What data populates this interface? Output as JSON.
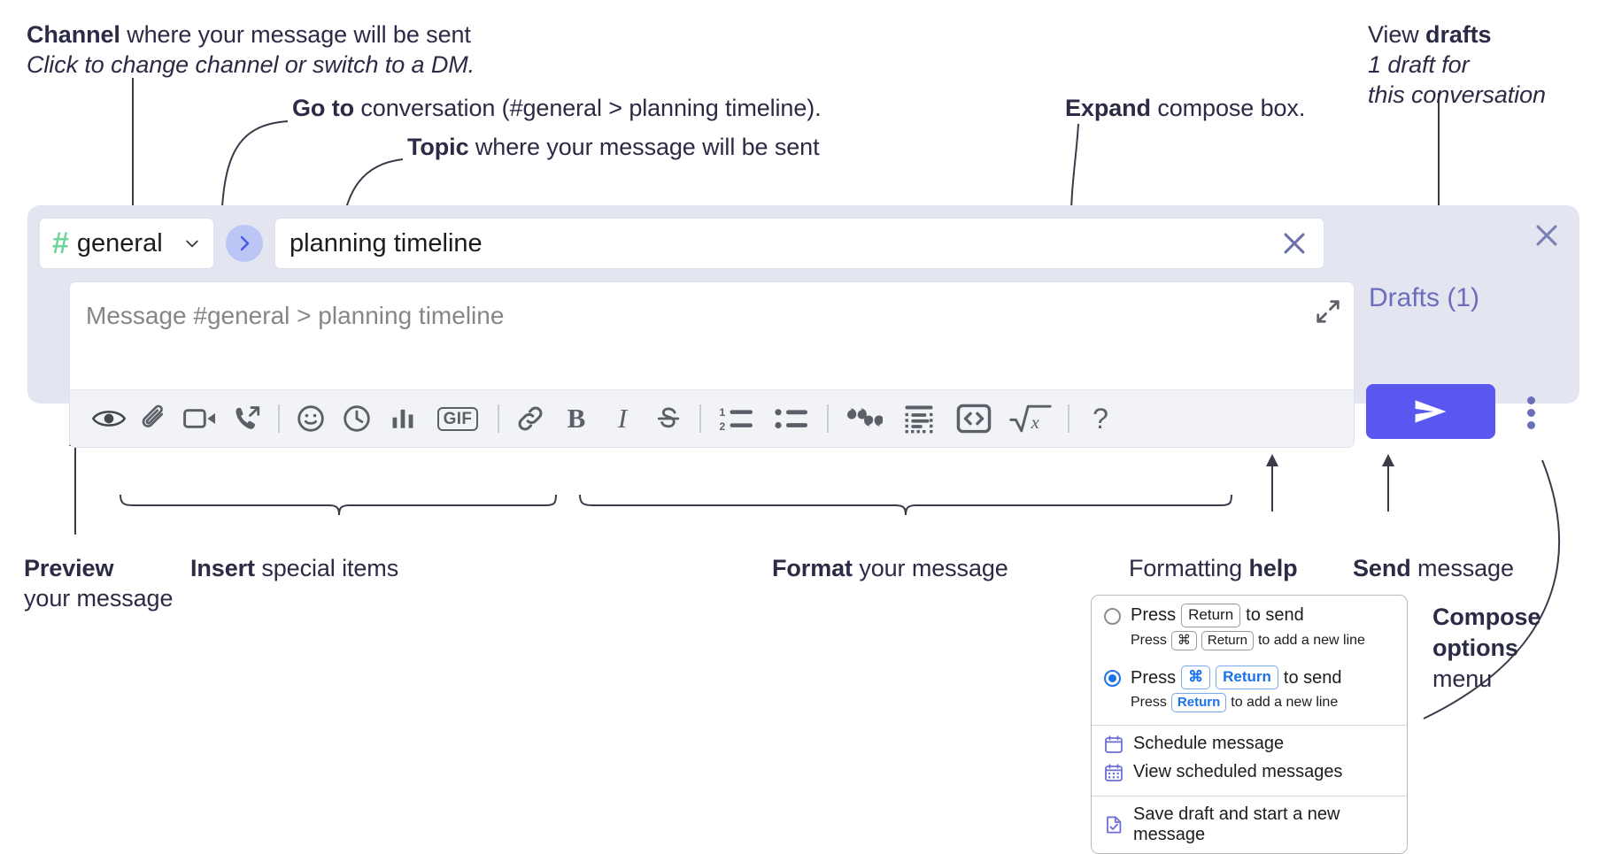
{
  "annotations": {
    "channel": {
      "bold": "Channel",
      "rest": " where your message will be sent",
      "sub": "Click to change channel or switch to a DM."
    },
    "goto": {
      "bold": "Go to",
      "rest": " conversation (#general > planning timeline)."
    },
    "topic": {
      "bold": "Topic",
      "rest": " where your message will be sent"
    },
    "expand": {
      "bold": "Expand",
      "rest": " compose box."
    },
    "drafts": {
      "pre": "View ",
      "bold": "drafts",
      "sub1": "1 draft for",
      "sub2": "this conversation"
    },
    "preview": {
      "bold": "Preview",
      "sub": "your message"
    },
    "insert": {
      "bold": "Insert",
      "rest": " special items"
    },
    "format": {
      "bold": "Format",
      "rest": " your message"
    },
    "help": {
      "pre": "Formatting ",
      "bold": "help"
    },
    "send": {
      "bold": "Send",
      "rest": " message"
    },
    "compose_options": {
      "bold1": "Compose",
      "bold2": "options",
      "rest": "menu"
    }
  },
  "compose": {
    "channel_name": "general",
    "channel_hash": "#",
    "goto_icon": "chevron-right-icon",
    "topic_value": "planning timeline",
    "topic_clear_icon": "close-icon",
    "message_placeholder": "Message #general > planning timeline",
    "expand_icon": "expand-icon",
    "panel_close_icon": "close-icon",
    "drafts_label": "Drafts (1)",
    "send_icon": "send-paper-plane-icon",
    "options_icon": "kebab-menu-icon",
    "toolbar": [
      {
        "id": "preview",
        "icon": "eye-icon",
        "label": "Preview"
      },
      {
        "id": "attach",
        "icon": "paperclip-icon",
        "label": "Attach file"
      },
      {
        "id": "video",
        "icon": "video-camera-icon",
        "label": "Record video clip"
      },
      {
        "id": "audio",
        "icon": "phone-arrow-icon",
        "label": "Record audio clip"
      },
      {
        "id": "sep1",
        "icon": "separator",
        "label": ""
      },
      {
        "id": "emoji",
        "icon": "smiley-icon",
        "label": "Emoji"
      },
      {
        "id": "reminder",
        "icon": "clock-icon",
        "label": "Reminder"
      },
      {
        "id": "poll",
        "icon": "bar-chart-icon",
        "label": "Poll"
      },
      {
        "id": "gif",
        "icon": "gif-icon",
        "label": "GIF"
      },
      {
        "id": "sep2",
        "icon": "separator",
        "label": ""
      },
      {
        "id": "link",
        "icon": "link-icon",
        "label": "Link"
      },
      {
        "id": "bold",
        "icon": "bold-icon",
        "label": "B"
      },
      {
        "id": "italic",
        "icon": "italic-icon",
        "label": "I"
      },
      {
        "id": "strike",
        "icon": "strikethrough-icon",
        "label": "S"
      },
      {
        "id": "sep3",
        "icon": "separator",
        "label": ""
      },
      {
        "id": "ordered-list",
        "icon": "ordered-list-icon",
        "label": "Ordered list"
      },
      {
        "id": "bullet-list",
        "icon": "bulleted-list-icon",
        "label": "Bulleted list"
      },
      {
        "id": "sep4",
        "icon": "separator",
        "label": ""
      },
      {
        "id": "blockquote",
        "icon": "quote-icon",
        "label": "Blockquote"
      },
      {
        "id": "code-block",
        "icon": "code-block-icon",
        "label": "Code block"
      },
      {
        "id": "code",
        "icon": "code-icon",
        "label": "Code"
      },
      {
        "id": "math",
        "icon": "math-sqrt-icon",
        "label": "Math"
      },
      {
        "id": "sep5",
        "icon": "separator",
        "label": ""
      },
      {
        "id": "help",
        "icon": "question-mark-icon",
        "label": "?"
      }
    ]
  },
  "menu": {
    "option1": {
      "selected": false,
      "press": "Press",
      "key": "Return",
      "tail": "to send",
      "sub_press": "Press",
      "sub_key1": "⌘",
      "sub_key2": "Return",
      "sub_tail": "to add a new line"
    },
    "option2": {
      "selected": true,
      "press": "Press",
      "key1": "⌘",
      "key2": "Return",
      "tail": "to send",
      "sub_press": "Press",
      "sub_key": "Return",
      "sub_tail": "to add a new line"
    },
    "items": [
      {
        "icon": "calendar-clock-icon",
        "label": "Schedule message"
      },
      {
        "icon": "calendar-grid-icon",
        "label": "View scheduled messages"
      },
      {
        "icon": "file-check-icon",
        "label": "Save draft and start a new message"
      }
    ]
  },
  "colors": {
    "compose_bg": "#e3e5f1",
    "accent_purple": "#5a57f0",
    "hash_green": "#6fd39a",
    "goto_bubble": "#bcc6f5",
    "drafts_text": "#6b6fbb",
    "toolbar_bg": "#f2f3f7",
    "radio_blue": "#1a73e8",
    "text_dark": "#2b2b45"
  }
}
